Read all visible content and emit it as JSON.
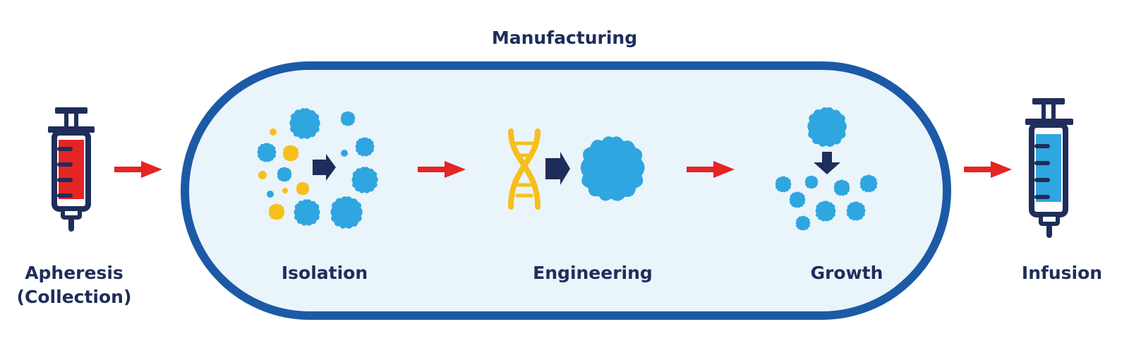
{
  "labels": {
    "manufacturing": "Manufacturing",
    "apheresis_line1": "Apheresis",
    "apheresis_line2": "(Collection)",
    "isolation": "Isolation",
    "engineering": "Engineering",
    "growth": "Growth",
    "infusion": "Infusion"
  },
  "colors": {
    "navy": "#1f2d5a",
    "pill_border": "#1c5aa6",
    "pill_fill": "#eaf4fb",
    "cell_blue": "#2fa6df",
    "cell_yellow": "#f7bf1a",
    "arrow_red": "#e52424",
    "blood_red": "#e52424",
    "infusion_blue": "#2fa6df"
  },
  "icons": {
    "apheresis": "syringe-blood-icon",
    "isolation": "cell-isolation-icon",
    "engineering": "dna-engineering-icon",
    "growth": "cell-expansion-icon",
    "infusion": "syringe-infusion-icon",
    "flow": "red-arrow-icon"
  }
}
